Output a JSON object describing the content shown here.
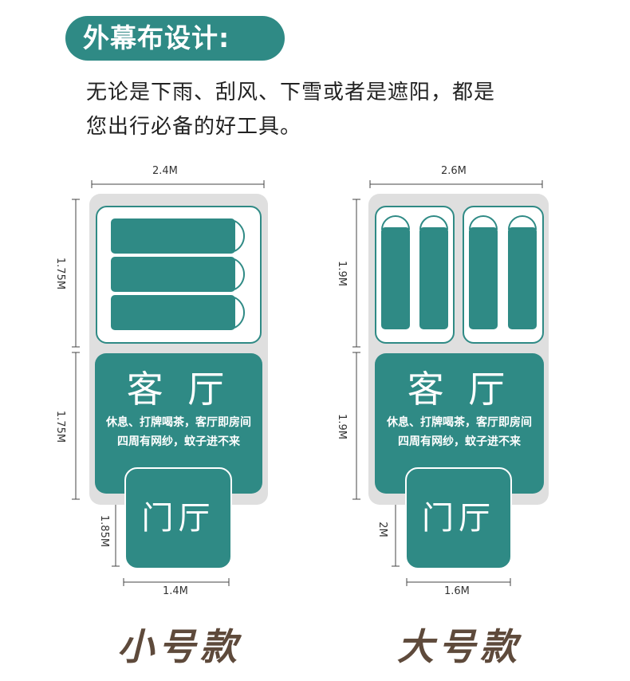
{
  "header": {
    "title": "外幕布设计:",
    "line1": "无论是下雨、刮风、下雪或者是遮阳，都是",
    "line2": "您出行必备的好工具。"
  },
  "small": {
    "width_label": "2.4M",
    "h1_label": "1.75M",
    "h2_label": "1.75M",
    "hall_h_label": "1.85M",
    "hall_w_label": "1.4M",
    "room_title": "客 厅",
    "desc1": "休息、打牌喝茶，客厅即房间",
    "desc2": "四周有网纱，蚊子进不来",
    "hall_title": "门厅",
    "model_name": "小号款"
  },
  "large": {
    "width_label": "2.6M",
    "h1_label": "1.9M",
    "h2_label": "1.9M",
    "hall_h_label": "2M",
    "hall_w_label": "1.6M",
    "room_title": "客 厅",
    "desc1": "休息、打牌喝茶，客厅即房间",
    "desc2": "四周有网纱，蚊子进不来",
    "hall_title": "门厅",
    "model_name": "大号款"
  },
  "colors": {
    "accent": "#2f8a85",
    "model_text": "#5e4a3b",
    "tent_bg": "#dfdfdf"
  }
}
